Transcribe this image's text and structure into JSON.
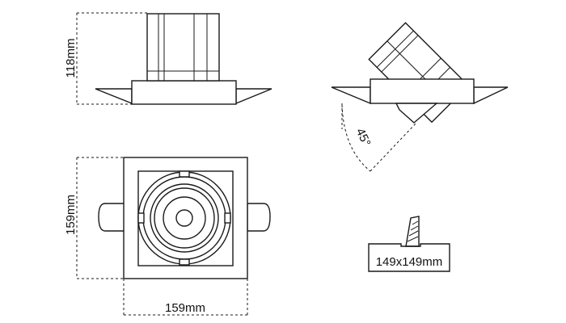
{
  "dimensions": {
    "height": "118mm",
    "width_side": "159mm",
    "width_bottom": "159mm",
    "tilt_angle": "45°",
    "cutout": "149x149mm"
  }
}
